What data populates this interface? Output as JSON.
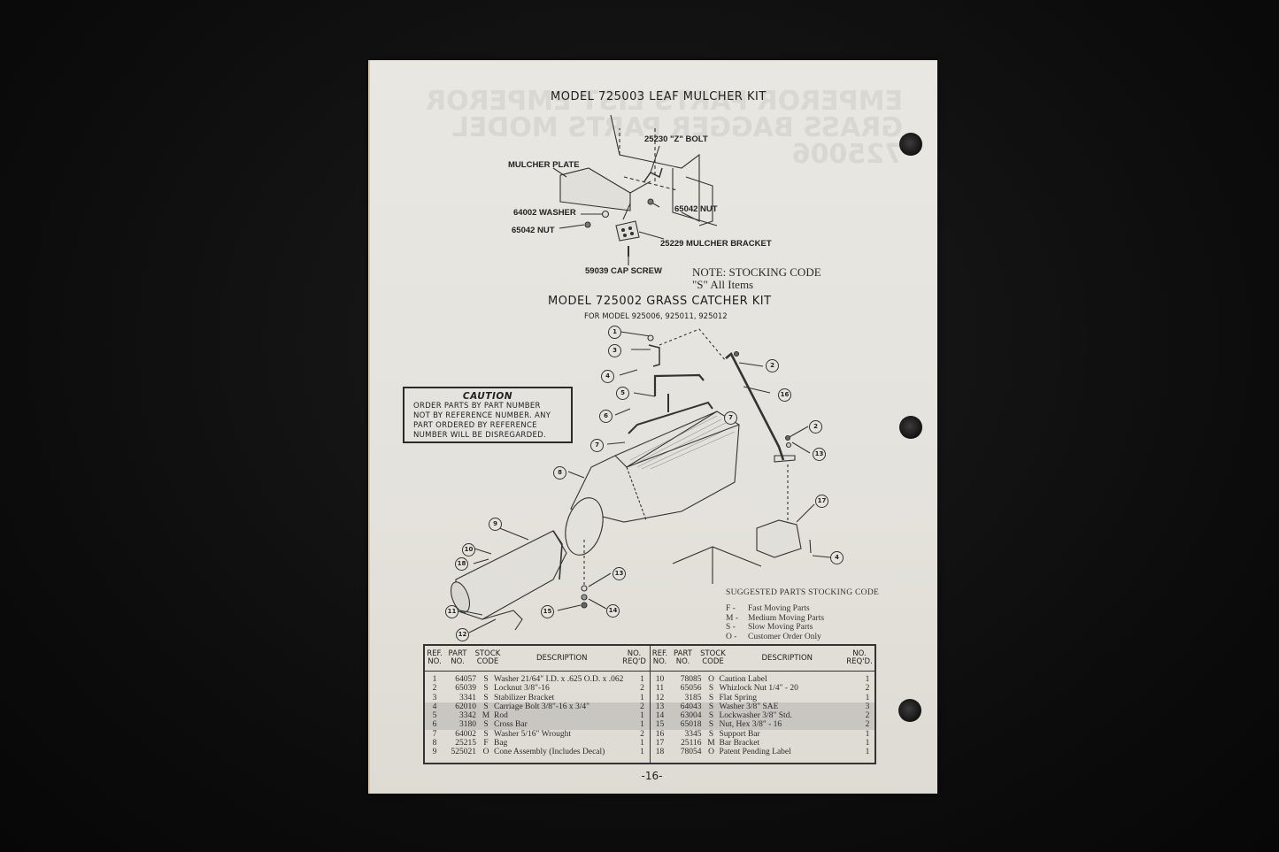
{
  "document": {
    "page_number": "-16-",
    "bleed_through_text": "EMPEROR PARTS LIST EMPEROR GRASS BAGGER PARTS MODEL 725006"
  },
  "mulcher_kit": {
    "title": "MODEL 725003 LEAF MULCHER KIT",
    "labels": {
      "z_bolt": "25230 \"Z\" BOLT",
      "mulcher_plate": "MULCHER PLATE",
      "washer": "64002 WASHER",
      "nut_left": "65042 NUT",
      "nut_right": "65042 NUT",
      "bracket": "25229 MULCHER BRACKET",
      "cap_screw": "59039 CAP SCREW"
    },
    "note_line1": "NOTE: STOCKING CODE",
    "note_line2": "\"S\" All Items"
  },
  "grass_catcher_kit": {
    "title": "MODEL 725002 GRASS CATCHER KIT",
    "subtitle": "FOR MODEL 925006, 925011, 925012",
    "callouts": [
      "1",
      "3",
      "4",
      "5",
      "6",
      "7",
      "7",
      "8",
      "9",
      "10",
      "18",
      "11",
      "12",
      "13",
      "14",
      "15",
      "2",
      "16",
      "7",
      "2",
      "13",
      "17",
      "4"
    ]
  },
  "caution": {
    "title": "CAUTION",
    "line1": "ORDER PARTS BY PART NUMBER",
    "line2": "NOT BY REFERENCE NUMBER. ANY",
    "line3": "PART ORDERED BY REFERENCE",
    "line4": "NUMBER WILL BE DISREGARDED."
  },
  "stocking_codes": {
    "title": "SUGGESTED PARTS STOCKING CODE",
    "items": [
      {
        "code": "F -",
        "meaning": "Fast Moving Parts"
      },
      {
        "code": "M -",
        "meaning": "Medium Moving Parts"
      },
      {
        "code": "S -",
        "meaning": "Slow Moving Parts"
      },
      {
        "code": "O -",
        "meaning": "Customer Order Only"
      }
    ]
  },
  "parts_table": {
    "headers": {
      "ref_no": "REF. NO.",
      "part_no": "PART NO.",
      "stock_code": "STOCK CODE",
      "description": "DESCRIPTION",
      "no_reqd_left": "NO. REQ'D",
      "no_reqd_right": "NO. REQ'D."
    },
    "left": [
      {
        "ref": "1",
        "part": "64057",
        "stock": "S",
        "desc": "Washer 21/64\" I.D. x .625 O.D. x .062",
        "req": "1"
      },
      {
        "ref": "2",
        "part": "65039",
        "stock": "S",
        "desc": "Locknut 3/8\"-16",
        "req": "2"
      },
      {
        "ref": "3",
        "part": "3341",
        "stock": "S",
        "desc": "Stabilizer Bracket",
        "req": "1"
      },
      {
        "ref": "4",
        "part": "62010",
        "stock": "S",
        "desc": "Carriage Bolt 3/8\"-16 x 3/4\"",
        "req": "2"
      },
      {
        "ref": "5",
        "part": "3342",
        "stock": "M",
        "desc": "Rod",
        "req": "1"
      },
      {
        "ref": "6",
        "part": "3180",
        "stock": "S",
        "desc": "Cross Bar",
        "req": "1"
      },
      {
        "ref": "7",
        "part": "64002",
        "stock": "S",
        "desc": "Washer 5/16\" Wrought",
        "req": "2"
      },
      {
        "ref": "8",
        "part": "25215",
        "stock": "F",
        "desc": "Bag",
        "req": "1"
      },
      {
        "ref": "9",
        "part": "525021",
        "stock": "O",
        "desc": "Cone Assembly (Includes Decal)",
        "req": "1"
      }
    ],
    "right": [
      {
        "ref": "10",
        "part": "78085",
        "stock": "O",
        "desc": "Caution Label",
        "req": "1"
      },
      {
        "ref": "11",
        "part": "65056",
        "stock": "S",
        "desc": "Whizlock Nut 1/4\" - 20",
        "req": "2"
      },
      {
        "ref": "12",
        "part": "3185",
        "stock": "S",
        "desc": "Flat Spring",
        "req": "1"
      },
      {
        "ref": "13",
        "part": "64043",
        "stock": "S",
        "desc": "Washer 3/8\" SAE",
        "req": "3"
      },
      {
        "ref": "14",
        "part": "63004",
        "stock": "S",
        "desc": "Lockwasher 3/8\" Std.",
        "req": "2"
      },
      {
        "ref": "15",
        "part": "65018",
        "stock": "S",
        "desc": "Nut, Hex 3/8\" - 16",
        "req": "2"
      },
      {
        "ref": "16",
        "part": "3345",
        "stock": "S",
        "desc": "Support Bar",
        "req": "1"
      },
      {
        "ref": "17",
        "part": "25116",
        "stock": "M",
        "desc": "Bar Bracket",
        "req": "1"
      },
      {
        "ref": "18",
        "part": "78054",
        "stock": "O",
        "desc": "Patent Pending Label",
        "req": "1"
      }
    ],
    "shaded_rows": [
      4,
      5,
      6,
      13,
      14,
      15
    ]
  }
}
